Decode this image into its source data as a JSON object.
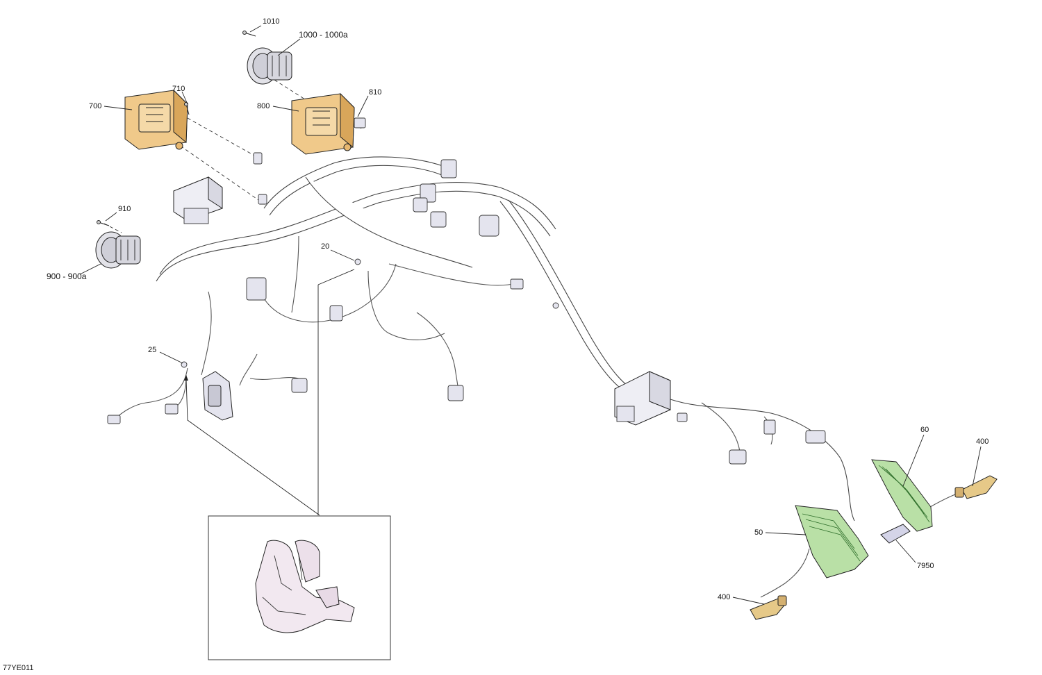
{
  "document": {
    "code": "77YE011"
  },
  "callouts": {
    "c1010": "1010",
    "c1000": "1000 - 1000a",
    "c710": "710",
    "c700": "700",
    "c810": "810",
    "c800": "800",
    "c910": "910",
    "c900": "900 - 900a",
    "c20": "20",
    "c25": "25",
    "c60": "60",
    "c400a": "400",
    "c50": "50",
    "c7950": "7950",
    "c400b": "400"
  },
  "colors": {
    "module_fill": "#f0c98a",
    "module_dark": "#d9a65a",
    "light_fill": "#b9e0a6",
    "light_dark": "#2e6e2a",
    "signal_fill": "#e6c988",
    "horn_fill": "#e2e2e8"
  }
}
